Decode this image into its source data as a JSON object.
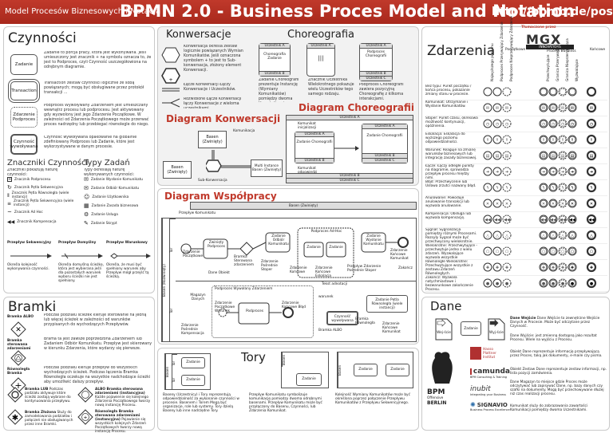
{
  "header": {
    "subtitle": "Model Procesów Biznesowych i Notacja",
    "title": "BPMN 2.0 - Business Proces Model and Notation",
    "url": "http://bpmb.de/poster",
    "translator": "Tłumaczone przez"
  },
  "activities": {
    "title": "Czynności",
    "task_label": "Zadanie",
    "task_text": "Zadanie to porcja pracy, która jest wykonywana. Jeśli umieszczony jest znacznik + na symbolu oznacza to, że jest to Podproces, czyli Czynność uszczegółowiona na odrębnym diagramie.",
    "transaction_label": "Transaction",
    "transaction_text": "Transaction zestaw czynności logicznie ze sobą powiązanych; mogą być obsługiwane przez protokół transakcji ...",
    "event_sub_label": "Zdarzenie Podproces",
    "event_sub_text": "Podproces Wywoływany Zdarzeniem jest umieszczany wewnątrz procesu lub podprocesu. Jest aktywowany gdy wyzwolony jest jego Zdarzenie Początkowe. W zależności od Zdarzenia Początkowego może przerwać proces nadrzędny lub przebiegać równolegle do niego.",
    "call_label": "Czynność wywoływana",
    "call_text": "Czynność wywoływana opakowanie na globalnie zdefiniowany Podproces lub Zadanie, które jest wykorzystywane w danym procesie.",
    "markers_title": "Znaczniki Czynności",
    "markers_sub": "Znaczniki pokazują naturę czynności:",
    "types_title": "Typy Zadań",
    "types_sub": "Typy określają naturę wykonywanych czynności:",
    "markers": [
      "Znacznik Podprocesu",
      "Znacznik Pętla Sekwencyjna",
      "Znacznik Pętla Równoległa (wiele instancji)",
      "Znacznik Pętla Sekwencyjna (wiele instancji)",
      "Znacznik Ad Hoc",
      "Znacznik Kompensacja"
    ],
    "types": [
      "Zadanie Wysłanie Komunikatu",
      "Zadanie Odbiór Komunikatu",
      "Zadanie Użytkownika",
      "Zadanie Zasada biznesowa",
      "Zadanie Usługa",
      "Zadanie Skrypt"
    ],
    "flow_titles": [
      "Przepływ Sekwencyjny",
      "Przepływ Domyślny",
      "Przepływ Warunkowy"
    ],
    "flow_texts": [
      "Określa kolejność wykonywania czynności.",
      "Określa domyślną ścieżkę, która jest wybierana jeśli dla pozostałych warunek wyboru ścieżki nie jest spełniony.",
      "Określa, że musi być spełniony warunek aby Przepływ mógł przejść tą ścieżką."
    ]
  },
  "gateways": {
    "title": "Bramki",
    "xor_label": "Bramka ALBO",
    "xor_text": "Podczas podziału ścieżek kieruje sterowanie na jedną lub więcej ścieżek w zależności od warunków przypisanych do wychodzących Przepływów.",
    "event_label": "Bramka sterowana zdarzeniami",
    "event_text": "Brama ta jest zawsze poprzedzona Zdarzeniem lub Zadaniem Odbiór Komunikatu. Przepływ jest skierowany w kierunku Zdarzenia, które wydarzy się pierwsze.",
    "parallel_label": "Równoległa Bramka",
    "parallel_text": "Podczas podziału kieruje przepływ do wszystkich wychodzących ścieżek. Podczas łączenia Bramka Równoległa oczekuje na wszystkie nadchodzące ścieżki aby umożliwić dalszy przepływ.",
    "inclusive_label": "Bramka LUB",
    "inclusive_text": "Podczas podziału aktywuje które ścieżki zostają wybrane do kontynuowania przepływu.",
    "complex_label": "Bramka Złożona",
    "complex_text": "Służy do zamodelowania podziałów i połączeń nie obsługiwanych przez inne Bramki.",
    "exclusive_event_label": "ALBO Bramka sterowana zdarzeniami (instancyjna)",
    "exclusive_event_text": "Każde pojawienie się kolejnego Zdarzenia Początkowego tworzy nową instancję Procesu.",
    "parallel_event_label": "Równoległa Bramka sterowana zdarzeniami (instancyjna)",
    "parallel_event_text": "Pojawienie się wszystkich kolejnych Zdarzeń Początkowych tworzy nową instancję Procesu."
  },
  "conversations": {
    "title": "Konwersacje",
    "text1": "Konwersacja określa zestaw logicznie powiązanych Wymian Komunikatów.",
    "text2": "Jeśli oznaczona symbolem + to jest to Sub-konwersacja, złożony element Konwersacji.",
    "link_text": "Łącze Konwersacji Łączy Konwersacje i Uczestników.",
    "forked_text": "Rozwidlone Łącze Konwersacji łączy Konwersacje z wieloma uczestnikami.",
    "diagram_title": "Diagram Konwersacji",
    "pool_label": "Basen (Zwinięty)",
    "pool_label2": "Basen (Zwinięty)",
    "communication": "Komunikacja",
    "sub_conversation": "Sub-Konwersacja",
    "multi_instance": "Multi Instance Basen (Zwinięty)"
  },
  "choreography": {
    "title": "Choreografia",
    "participant_a": "Uczestnik A",
    "participant_b": "Uczestnik B",
    "participant_c": "Uczestnik C",
    "task_label": "Choreografia Zadanie",
    "sub_label": "Podproces Choreografii",
    "task_text": "Zadanie Choreografii prezentuje Instancję (Wymiany Komunikatów) pomiędzy dwoma Uczestnikami.",
    "multi_text": "Znacznik Uczestnika Wielokrotnego pokazuje wielu Uczestników tego samego rodzaju.",
    "sub_text": "Podproces Choreografii zawiera pozycyjną Choreografię z kilkoma interakcjami.",
    "diagram_title": "Diagram Choreografii",
    "init_msg": "Komunikat inicjalizacji",
    "resp_msg": "Komunikat odpowiedzi",
    "choreo_task": "Zadanie Choreografii",
    "choreo_task2": "Zadanie Choreografii"
  },
  "collaboration": {
    "title": "Diagram Współpracy",
    "pool_collapsed": "Basen (Zwinięty)",
    "pool_expanded": "Basen (Rozwinięty)",
    "lane1": "Tor",
    "lane2": "Tor",
    "message_flow": "Przepływ Komunikatu",
    "start": "Zdarzenie Początkowe",
    "subprocess": "Zwinięty Podproces",
    "xor_gateway": "Bramka Sterowana zdarzeniem",
    "receive_task": "Zadanie Odbiór Komunikatu",
    "msg_end": "Zdarzenie Końcowe Komunikat",
    "task": "Zadanie",
    "task2": "Zadanie",
    "collapsed_pool_label": "Podproces Ad-Hoc",
    "intermediate_msg": "Przepływ Zdarzenie Pośrednie Stoper",
    "timer": "Zdarzenie Pośrednie Stoper",
    "end_event": "Zdarzenie Końcowe",
    "escalation": "Zdarzenie Końcowe Eskalacja",
    "data_object": "Dane Obiekt",
    "data_store": "Magazyn Danych",
    "signal_end": "Zdarzenie Końcowe Sygnał",
    "text_annotation": "Tekst adnotacji",
    "group": "Grupa",
    "event_subprocess": "Podproces Wywołany Zdarzeniem",
    "loop_subprocess": "Podproces",
    "parallel_multi": "Zadanie Pętla Równoległa (wiele instancji)",
    "cond_start": "Zdarzenie Początkowe Warunek",
    "error_end": "Zdarzenie Końcowe Błąd",
    "comp_event": "Zdarzenie Pośrednie Kompensacja",
    "call_activity": "Czynność wywoływana",
    "msg_send": "Zadanie Wysłanie Komunikatu",
    "parallel_gw": "Bramka Równoległa",
    "end_msg2": "Zdarzenie Końcowe Komunikat",
    "condition": "warunek",
    "xor": "Bramka ALBO",
    "default": "Domyślny",
    "ending": "Zdarzenie Końcowe",
    "terminate": "Zakończ"
  },
  "events": {
    "title": "Zdarzenia",
    "col_start": "Początkowe",
    "col_intermediate": "Pośrednie",
    "col_end": "Końcowe",
    "columns": [
      "Najwyższego poziomu",
      "Podproces Przerywający Zdarzenie",
      "Podproces Nieprzerywający Zdarzenie",
      "Przechwytujące",
      "Granica Przerywająca",
      "Granica Nieprzerywająca",
      "Wyzwalające"
    ],
    "rows": [
      {
        "name": "Bez typu",
        "text": "Bez typu: Punkt początku / końca procesu, pokazanie zmiany stanu w procesie."
      },
      {
        "name": "Komunikat",
        "text": "Komunikat: Otrzymanie i Wysłanie Komunikatów."
      },
      {
        "name": "Stoper",
        "text": "Stoper: Punkt czasu, okresowa możliwość kontynuacji, opóźnienia."
      },
      {
        "name": "Eskalacja",
        "text": "Eskalacja: Eskalacja do wyższego poziomu odpowiedzialności."
      },
      {
        "name": "Warunek",
        "text": "Warunek: Reaguje na zmianę warunków biznesowych lub integrację zasady biznesowej."
      },
      {
        "name": "Łącze",
        "text": "Łącze: Łączy odległe punkty na diagramie, sprowadza przepływ procesu między nimi."
      },
      {
        "name": "Błąd",
        "text": "Błąd: Przechwycenie lub Usława zrzutci nazwany błąd."
      },
      {
        "name": "Anulowanie",
        "text": "Anulowanie: Powoduje anulowanie transakcji lub wyzwala anulowanie."
      },
      {
        "name": "Kompensacja",
        "text": "Kompensacja: Obsługa lub wyzwala kompensację."
      },
      {
        "name": "Sygnał",
        "text": "Sygnał: Sygnalizacja pomiędzy różnymi Procesami. Rozsyły Sygnał może być przechwycony wielokrotnie."
      },
      {
        "name": "Wielokrotne",
        "text": "Wielokrotne: Przechwytujące - przechwytuje jedno z wielu zdarzeń. Wyzwalające wyzwala wszystkie zdefiniowane Zdarzenia."
      },
      {
        "name": "Równoległe Wielokrotne",
        "text": "Równoległe Wielokrotne: Przechwytujące wszystkie z zestawu Zdarzeń Równoległych."
      },
      {
        "name": "Zakończ",
        "text": "Zakończ: Wyzwala natychmiastowe i bezwarunkowe zakończenie Procesu."
      }
    ]
  },
  "data": {
    "title": "Dane",
    "input": "Dane Wejście",
    "input_text": "Dane Wejście to zewnętrzne Wejście Danych w Procesie. Może być odczytane przez Czynność.",
    "output": "Dane Wyjście",
    "output_text": "Dane Wyjście: jest zmienną dostępną jako rezultat Procesu. Wiele na wyjściu z Procesu.",
    "object": "Dane Obiekt",
    "object_text": "Obiekt Dane reprezentuje informację przepływającą przez Proces, taką jak dokumenty, e-maile czy pisma.",
    "collection_text": "Obiekt Zestaw Dane reprezentuje zestaw informacji, np. lista pozycji zamówienia.",
    "store": "Magazyn Danych",
    "store_text": "Dane Magazyn to miejsce gdzie Proces może odczytywać lub zapisywać Dane, np. bazy danych czy szafki na dokumenty. Mogą być przechowywane dłużej niż czas realizacji procesu.",
    "message_text": "Komunikat służy do zobrazowania zawartości Komunikacji pomiędzy dwoma Uczestnikami.",
    "wej": "Wej-ście",
    "wyj": "Wyj-ście",
    "zadanie": "Zadanie"
  },
  "swimlanes": {
    "title": "Tory",
    "pool_label": "Basen",
    "lane_label": "Tor",
    "task": "Zadanie",
    "pool_text": "Baseny (Uczestnicy) i Tory reprezentują odpowiedzialność za wykonanie czynności w procesie. Basenem i Torem Mogą być organizacje, role lub systemy. Tory dzielą Baseny lub inne nadrzędne Tory.",
    "mf_text": "Przepływ Komunikatu symbolizuje komunikację pomiędzy dwoma odrębnymi basenami. Przepływ Komunikatu może być przyłączony do Basenu, Czynności, lub Zdarzenia Komunikat.",
    "order_text": "Kolejność Wymiany Komunikatów może być określona poprzez połączenie Przepływu Komunikatów z Przepływu Sekwencyjnego."
  },
  "logos": {
    "mgx": "MGX",
    "mgx_sub": "INNOVATIONS",
    "mgx_tag": "Process Business",
    "bpm_big": "BPM",
    "bpm_line1": "Offensive",
    "bpm_city": "BERLIN",
    "hpi_1": "Hasso",
    "hpi_2": "Plattner",
    "hpi_3": "Institut",
    "camunda": "camunda",
    "camunda_sub": "BPM Consulting & Training",
    "inubit": "inubit",
    "inubit_sub": "Integrating your Business",
    "signavio": "SIGNAVIO",
    "signavio_sub": "Business Process Excellence"
  },
  "colors": {
    "brand_red": "#c0392b",
    "panel_bg": "#ffffff",
    "band_bg": "#f2f2f2"
  }
}
